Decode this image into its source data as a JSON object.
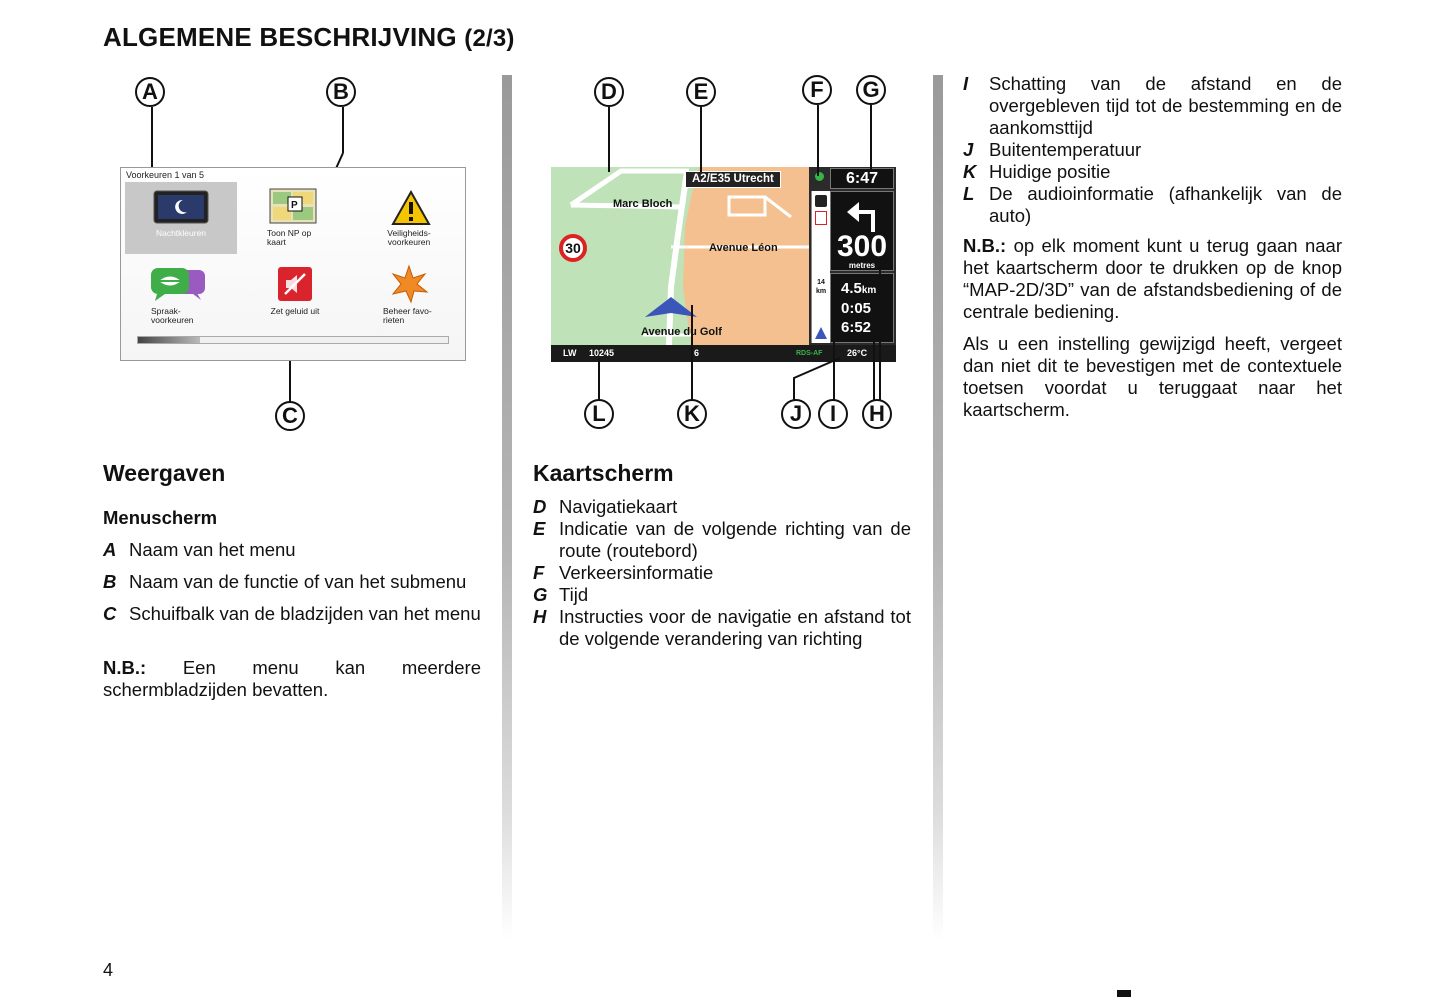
{
  "page": {
    "title_main": "ALGEMENE BESCHRIJVING",
    "title_sub": "(2/3)",
    "page_number": "4"
  },
  "callouts": [
    "A",
    "B",
    "C",
    "D",
    "E",
    "F",
    "G",
    "H",
    "I",
    "J",
    "K",
    "L"
  ],
  "menu_screen": {
    "header": "Voorkeuren 1 van 5",
    "tiles": [
      {
        "icon": "night-mode-icon",
        "label_1": "Nachtkleuren",
        "label_2": ""
      },
      {
        "icon": "map-poi-icon",
        "label_1": "Toon NP op",
        "label_2": "kaart"
      },
      {
        "icon": "warning-icon",
        "label_1": "Veiligheids-",
        "label_2": "voorkeuren"
      },
      {
        "icon": "speech-bubble-icon",
        "label_1": "Spraak-",
        "label_2": "voorkeuren"
      },
      {
        "icon": "sound-off-icon",
        "label_1": "Zet geluid uit",
        "label_2": ""
      },
      {
        "icon": "favourites-star-icon",
        "label_1": "Beheer favo-",
        "label_2": "rieten"
      }
    ],
    "scroll_fraction": 0.2
  },
  "map_screen": {
    "route_sign": "A2/E35 Utrecht",
    "streets": [
      "Marc Bloch",
      "Avenue Léon",
      "Avenue du Golf"
    ],
    "speed_limit": "30",
    "time": "6:47",
    "distance_value": "300",
    "distance_unit": "metres",
    "remaining_distance": "4.5",
    "remaining_unit": "km",
    "remaining_time": "0:05",
    "arrival_time": "6:52",
    "traffic_km": "14",
    "traffic_km_unit": "km",
    "status_band": "LW",
    "status_freq": "10245",
    "status_partial": "6",
    "status_rds": "RDS-AF",
    "status_temp": "26°C"
  },
  "left_col": {
    "heading": "Weergaven",
    "subheading": "Menuscherm",
    "items": [
      {
        "letter": "A",
        "text": "Naam van het menu"
      },
      {
        "letter": "B",
        "text": "Naam van de functie of van het submenu"
      },
      {
        "letter": "C",
        "text": "Schuifbalk van de bladzijden van het menu"
      }
    ],
    "note_label": "N.B.:",
    "note_text": " Een menu kan meerdere schermbladzijden bevatten."
  },
  "mid_col": {
    "heading": "Kaartscherm",
    "items": [
      {
        "letter": "D",
        "text": "Navigatiekaart"
      },
      {
        "letter": "E",
        "text": "Indicatie van de volgende richting van de route (routebord)"
      },
      {
        "letter": "F",
        "text": "Verkeersinformatie"
      },
      {
        "letter": "G",
        "text": "Tijd"
      },
      {
        "letter": "H",
        "text": "Instructies voor de navigatie en afstand tot de volgende verandering van richting"
      }
    ]
  },
  "right_col": {
    "items": [
      {
        "letter": "I",
        "text": "Schatting van de afstand en de overgebleven tijd tot de bestemming en de aankomsttijd"
      },
      {
        "letter": "J",
        "text": "Buitentemperatuur"
      },
      {
        "letter": "K",
        "text": "Huidige positie"
      },
      {
        "letter": "L",
        "text": "De audioinformatie (afhankelijk van de auto)"
      }
    ],
    "note_label": "N.B.:",
    "note_text": " op elk moment kunt u terug gaan naar het kaartscherm door te drukken op de knop “MAP-2D/3D” van de afstandsbediening of de centrale bediening.",
    "para2": "Als u een instelling gewijzigd heeft, vergeet dan niet dit te bevestigen met de contextuele toetsen voordat u teruggaat naar het kaartscherm."
  },
  "colors": {
    "map_green": "#bfe2b8",
    "map_peach": "#f4c08f",
    "speed_red": "#d22222",
    "panel_dark": "#111111",
    "arrow_blue": "#3a56b8"
  }
}
